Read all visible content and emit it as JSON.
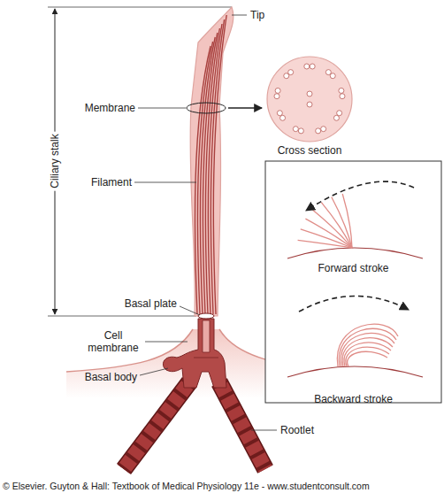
{
  "diagram": {
    "nodes": [
      {
        "text": [
          "Forward stroke",
          "Backward stroke"
        ]
      }
    ],
    "labels": [
      "Tip",
      "Ciliary stalk",
      "Membrane",
      "Cross section",
      "Filament",
      "Basal plate",
      "Cell membrane",
      "Basal body",
      "Rootlet",
      "© Elsevier. Guyton & Hall: Textbook of Medical Physiology 11e - www.studentconsult.com"
    ]
  }
}
